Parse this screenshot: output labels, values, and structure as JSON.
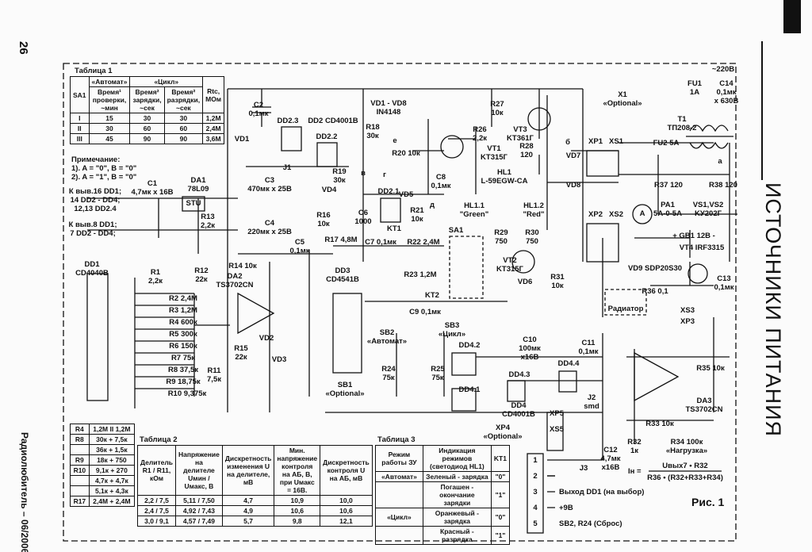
{
  "page_number": "26",
  "magazine": "Радиолюбитель – 06/2006",
  "section_title": "ИСТОЧНИКИ ПИТАНИЯ",
  "figure_label": "Рис. 1",
  "table1": {
    "title": "Таблица 1",
    "group_headers": [
      "«Автомат»",
      "«Цикл»"
    ],
    "headers": [
      "SA1",
      "Время¹ проверки, ~мин",
      "Время² зарядки, ~сек",
      "Время² разрядки, ~сек",
      "Rtc, МОм"
    ],
    "rows": [
      [
        "I",
        "15",
        "30",
        "30",
        "1,2М"
      ],
      [
        "II",
        "30",
        "60",
        "60",
        "2,4М"
      ],
      [
        "III",
        "45",
        "90",
        "90",
        "3,6М"
      ]
    ],
    "note_title": "Примечание:",
    "notes": [
      "1). A = \"0\", B = \"0\"",
      "2). A = \"1\", B = \"0\""
    ]
  },
  "resistor_table": {
    "rows": [
      [
        "R4",
        "1,2М II 1,2М"
      ],
      [
        "R8",
        "30к + 7,5к"
      ],
      [
        "",
        "36к + 1,5к"
      ],
      [
        "R9",
        "18к + 750"
      ],
      [
        "R10",
        "9,1к + 270"
      ],
      [
        "",
        "4,7к + 4,7к"
      ],
      [
        "",
        "5,1к + 4,3к"
      ],
      [
        "R17",
        "2,4М + 2,4М"
      ]
    ]
  },
  "table2": {
    "title": "Таблица 2",
    "headers": [
      "Делитель R1 / R11, кОм",
      "Напряжение на делителе Uмин / Uмакс, В",
      "Дискретность изменения U на делителе, мВ",
      "Мин. напряжение контроля на АБ, В, при Uмакс = 16В.",
      "Дискретность контроля U на АБ, мВ"
    ],
    "rows": [
      [
        "2,2 / 7,5",
        "5,11 / 7,50",
        "4,7",
        "10,9",
        "10,0"
      ],
      [
        "2,4 / 7,5",
        "4,92 / 7,43",
        "4,9",
        "10,6",
        "10,6"
      ],
      [
        "3,0 / 9,1",
        "4,57 / 7,49",
        "5,7",
        "9,8",
        "12,1"
      ]
    ]
  },
  "table3": {
    "title": "Таблица 3",
    "headers": [
      "Режим работы ЗУ",
      "Индикация режимов (светодиод HL1)",
      "KT1"
    ],
    "rows": [
      [
        "«Автомат»",
        "Зеленый - зарядка",
        "\"0\""
      ],
      [
        "",
        "Погашен - окончание зарядки",
        "\"1\""
      ],
      [
        "«Цикл»",
        "Оранжевый - зарядка",
        "\"0\""
      ],
      [
        "",
        "Красный - разрядка",
        "\"1\""
      ]
    ]
  },
  "connector_xp4": {
    "pins": [
      "1",
      "2",
      "3",
      "4",
      "5"
    ],
    "signals": [
      "",
      "",
      "Выход DD1 (на выбор)",
      "+9В",
      "SB2, R24 (Сброс)"
    ]
  },
  "formula": {
    "lhs": "Iн =",
    "numerator": "Uвых7 • R32",
    "denominator": "R36 • (R32+R33+R34)"
  },
  "labels": [
    "C2\n0,1мк",
    "DD2.3",
    "DD2 CD4001B",
    "DD2.2",
    "R18\n30к",
    "VD1 - VD8\nIN4148",
    "VD1",
    "J1",
    "R20 10к",
    "R19\n30к",
    "DD2.1",
    "C8\n0,1мк",
    "VD4",
    "C3\n470мк x 25В",
    "DA1\n78L09",
    "STU",
    "C1\n4,7мк x 16В",
    "К выв.16 DD1;\n14 DD2 - DD4;\n12,13 DD2.4",
    "К выв.8 DD1;\n7 DD2 - DD4;",
    "C4\n220мк x 25В",
    "R13\n2,2к",
    "R16\n10к",
    "C6\n1000",
    "KT1",
    "R21\n10к",
    "VD5",
    "R27\n10к",
    "R26\n2,2к",
    "VT3\nKT361Г",
    "VT1\nKT315Г",
    "R28\n120",
    "HL1\nL-59EGW-CA",
    "HL1.1\n\"Green\"",
    "HL1.2\n\"Red\"",
    "R29\n750",
    "R30\n750",
    "VT2\nKT315Г",
    "VD6",
    "R31\n10к",
    "SA1",
    "R17 4,8М",
    "C7 0,1мк",
    "R22 2,4М",
    "R23 1,2М",
    "C5\n0,1мк",
    "R14 10к",
    "DA2\nTS3702CN",
    "R12\n22к",
    "R1\n2,2к",
    "DD1\nCD4040B",
    "DD3\nCD4541B",
    "KT2",
    "R2 2,4М",
    "R3 1,2М",
    "R4 600к",
    "R5 300к",
    "R6 150к",
    "R7 75к",
    "R8 37,5к",
    "R9 18,75к",
    "R10 9,375к",
    "VD2",
    "VD3",
    "R11\n7,5к",
    "R15\n22к",
    "SB2\n«Автомат»",
    "SB3\n«Цикл»",
    "C9 0,1мк",
    "C10\n100мк\nх16В",
    "C11\n0,1мк",
    "R24\n75к",
    "R25\n75к",
    "DD4.2",
    "DD4.3",
    "DD4.1",
    "DD4.4",
    "DD4\nCD4001B",
    "SB1\n«Optional»",
    "J2\nsmd",
    "XP5",
    "XS5",
    "XP4\n«Optional»",
    "C12\n4,7мк\nх16В",
    "R33 10к",
    "R32\n1к",
    "R34 100к\n«Нагрузка»",
    "DA3\nTS3702CN",
    "R35 10к",
    "XS3",
    "XP3",
    "Радиатор",
    "R36 0,1",
    "C13\n0,1мк",
    "VT4 IRF3315",
    "VD9 SDP20S30",
    "+ GB1 12В -",
    "PA1\n5А-0-5А",
    "VS1,VS2\nKУ202Г",
    "R37 120",
    "R38 120",
    "FU2 5А",
    "XP1",
    "XS1",
    "XP2",
    "XS2",
    "VD7",
    "VD8",
    "X1\n«Optional»",
    "FU1\n1А",
    "C14\n0,1мк\nх 630В",
    "~220В",
    "T1\nТП208-2",
    "J3",
    "A",
    "а",
    "б",
    "в",
    "г",
    "д",
    "е"
  ]
}
